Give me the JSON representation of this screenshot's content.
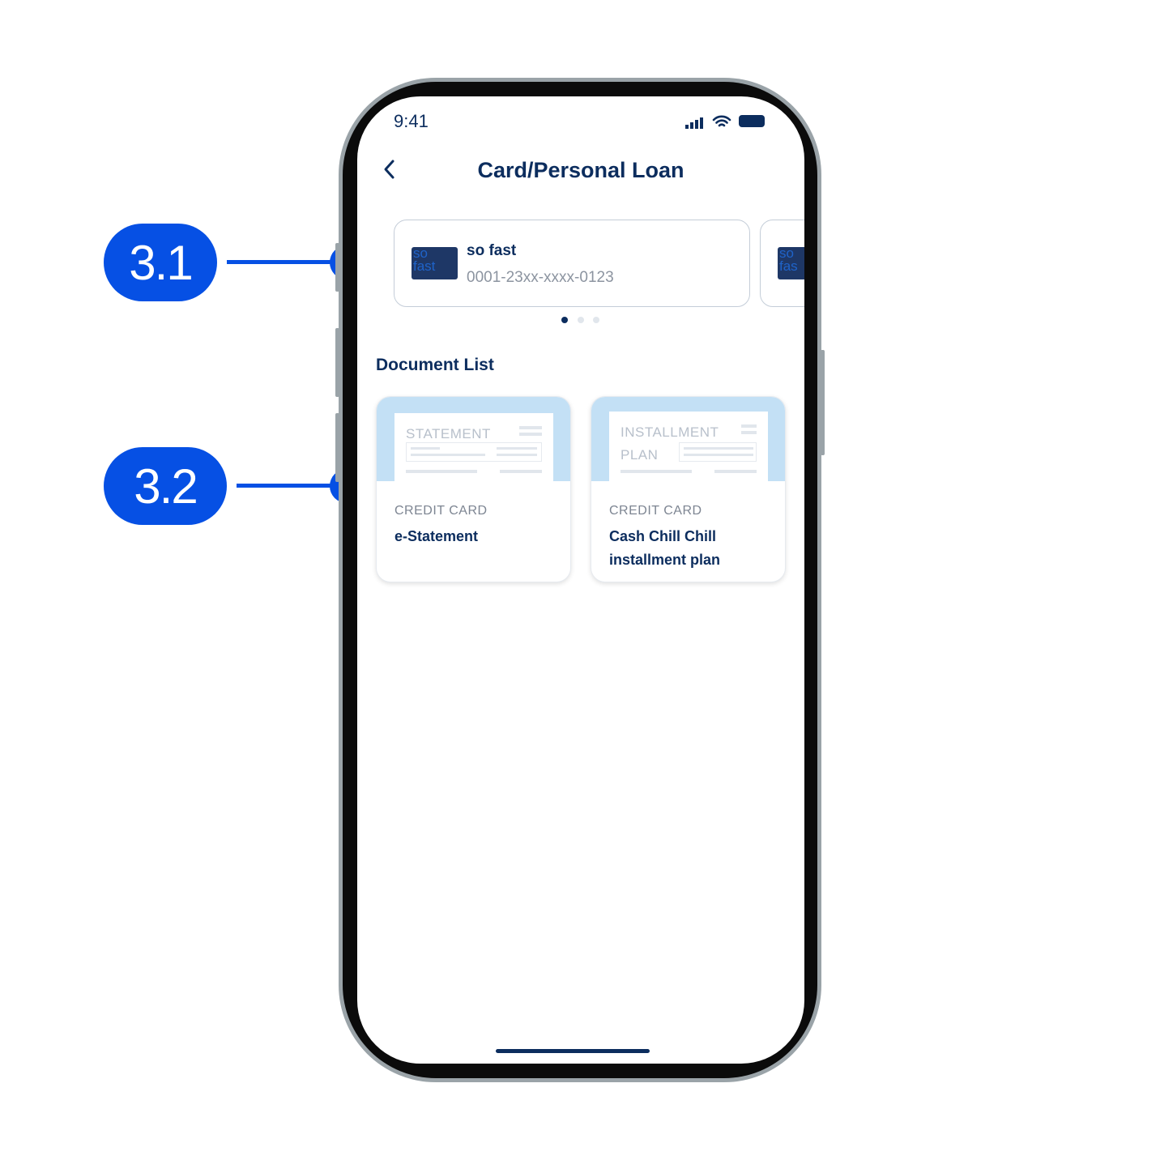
{
  "callouts": [
    {
      "label": "3.1"
    },
    {
      "label": "3.2"
    }
  ],
  "status_bar": {
    "time": "9:41"
  },
  "header": {
    "title": "Card/Personal Loan",
    "back_icon": "chevron-left-icon"
  },
  "card_carousel": {
    "cards": [
      {
        "name": "so fast",
        "number": "0001-23xx-xxxx-0123",
        "image_text": "so fast"
      }
    ],
    "page_count": 3,
    "active_page": 1
  },
  "documents": {
    "section_title": "Document List",
    "items": [
      {
        "thumb_title": "STATEMENT",
        "category": "CREDIT CARD",
        "title": "e-Statement"
      },
      {
        "thumb_title": "INSTALLMENT PLAN",
        "thumb_line1": "INSTALLMENT",
        "thumb_line2": "PLAN",
        "category": "CREDIT CARD",
        "title_line1": "Cash Chill Chill",
        "title_line2": "installment plan"
      }
    ]
  },
  "colors": {
    "accent": "#0650e4",
    "navy": "#0c2d5e",
    "thumb_bg": "#c3e0f5"
  }
}
